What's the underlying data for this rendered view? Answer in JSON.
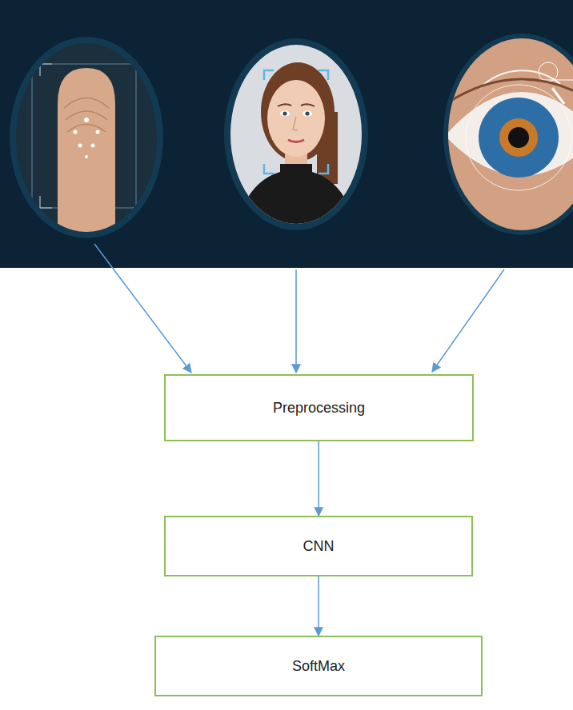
{
  "diagram": {
    "nodes": [
      {
        "text": [
          "Preprocessing"
        ]
      },
      {
        "text": [
          "CNN"
        ]
      },
      {
        "text": [
          "SoftMax"
        ]
      }
    ],
    "edges": [
      {
        "from": 0,
        "to": 1,
        "arrow": "to"
      },
      {
        "from": 1,
        "to": 2,
        "arrow": "to"
      }
    ]
  }
}
